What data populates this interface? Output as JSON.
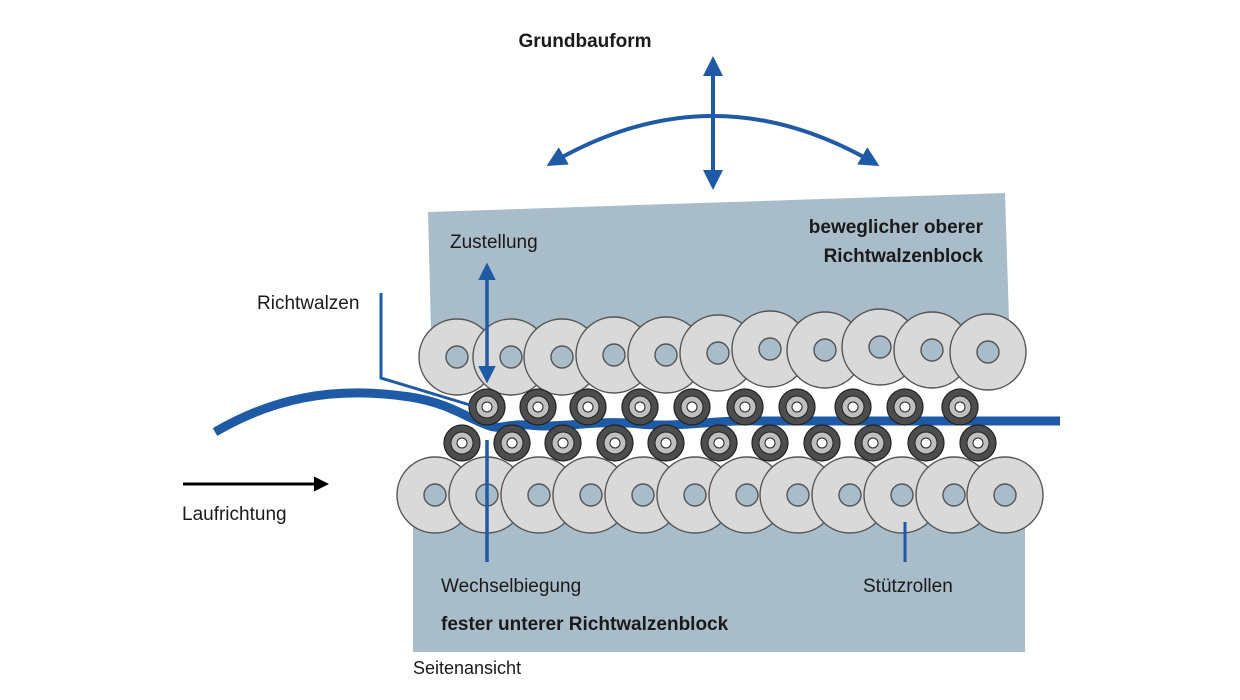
{
  "title": "Grundbauform",
  "labels": {
    "upper_block_line1": "beweglicher oberer",
    "upper_block_line2": "Richtwalzenblock",
    "infeed": "Zustellung",
    "work_rolls": "Richtwalzen",
    "direction": "Laufrichtung",
    "alternating_bend": "Wechselbiegung",
    "support_rolls": "Stützrollen",
    "lower_block": "fester unterer Richtwalzenblock",
    "view": "Seitenansicht"
  },
  "colors": {
    "block": "#a9bcc9",
    "accent": "#1f5aa6",
    "backup_roll": "#d9d9d9",
    "backup_hub": "#a9bcc9",
    "work_roll": "#4d4d4d"
  },
  "arrow_icons": {
    "motion_vertical": "double-arrow-vertical-icon",
    "motion_arc": "double-arrow-arc-icon",
    "direction": "arrow-right-icon"
  }
}
